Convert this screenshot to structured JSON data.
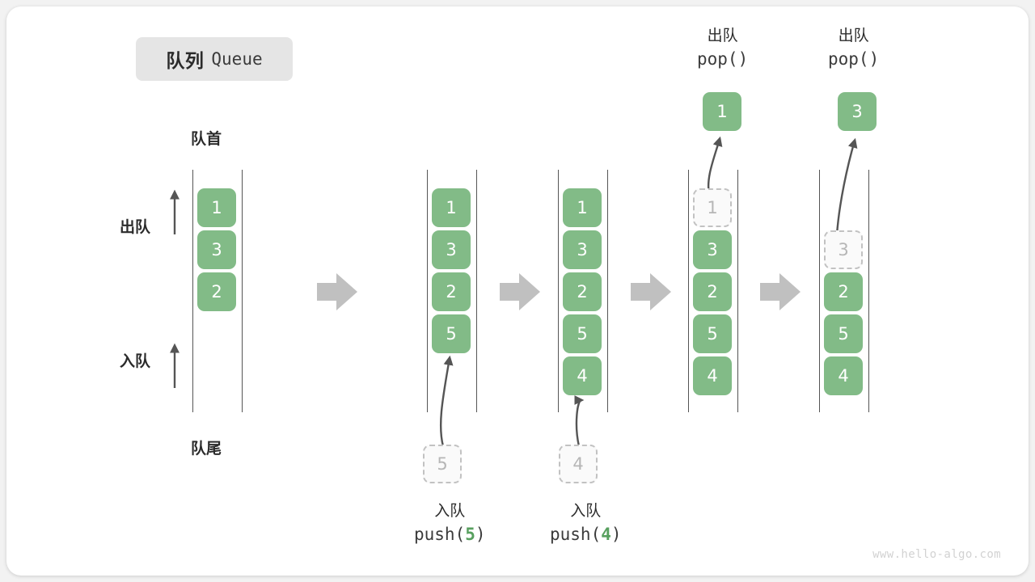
{
  "title": {
    "cn": "队列",
    "en": "Queue"
  },
  "labels": {
    "head": "队首",
    "tail": "队尾",
    "dequeue": "出队",
    "enqueue": "入队"
  },
  "operations": [
    {
      "cn": "入队",
      "fn": "push(",
      "arg": "5",
      "close": ")"
    },
    {
      "cn": "入队",
      "fn": "push(",
      "arg": "4",
      "close": ")"
    },
    {
      "cn": "出队",
      "fn": "pop(",
      "arg": "",
      "close": ")"
    },
    {
      "cn": "出队",
      "fn": "pop(",
      "arg": "",
      "close": ")"
    }
  ],
  "panels": [
    {
      "name": "initial",
      "items": [
        "1",
        "3",
        "2"
      ],
      "ghost_bottom": null,
      "ghost_top": null,
      "popped": null
    },
    {
      "name": "after-push-5",
      "items": [
        "1",
        "3",
        "2",
        "5"
      ],
      "ghost_bottom": "5",
      "ghost_top": null,
      "popped": null
    },
    {
      "name": "after-push-4",
      "items": [
        "1",
        "3",
        "2",
        "5",
        "4"
      ],
      "ghost_bottom": "4",
      "ghost_top": null,
      "popped": null
    },
    {
      "name": "after-pop-1",
      "items": [
        "3",
        "2",
        "5",
        "4"
      ],
      "ghost_bottom": null,
      "ghost_top": "1",
      "popped": "1"
    },
    {
      "name": "after-pop-3",
      "items": [
        "2",
        "5",
        "4"
      ],
      "ghost_bottom": null,
      "ghost_top": "3",
      "popped": "3"
    }
  ],
  "colors": {
    "element": "#82bb87",
    "ghost_border": "#c2c2c2",
    "ghost_text": "#b6b6b6",
    "rail": "#555555",
    "arrow": "#555555",
    "step_arrow": "#c0c0c0",
    "badge_bg": "#e5e5e5",
    "accent_num": "#58a05f"
  },
  "watermark": "www.hello-algo.com"
}
